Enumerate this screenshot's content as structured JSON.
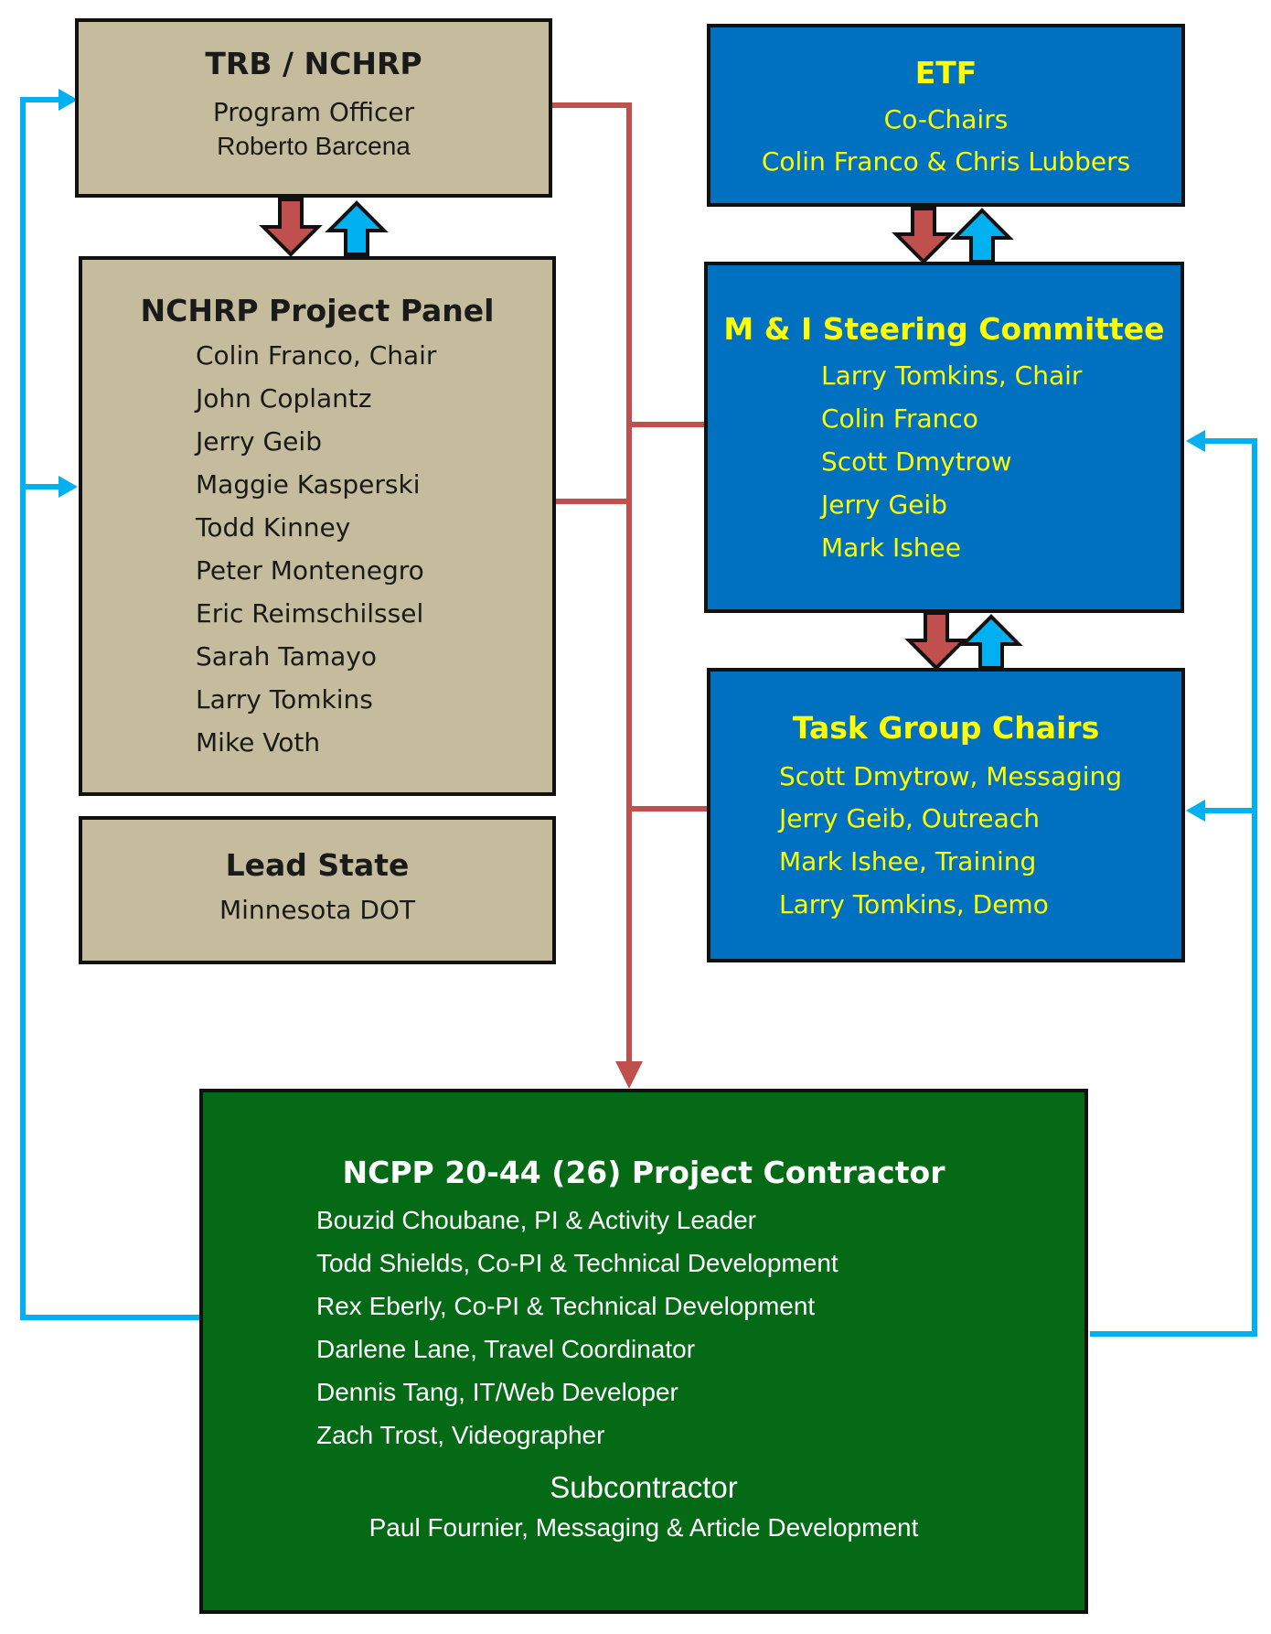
{
  "diagram": {
    "trb": {
      "title": "TRB / NCHRP",
      "role": "Program Officer",
      "name": "Roberto Barcena"
    },
    "panel": {
      "title": "NCHRP Project Panel",
      "members": [
        "Colin Franco, Chair",
        "John Coplantz",
        "Jerry Geib",
        "Maggie Kasperski",
        "Todd Kinney",
        "Peter Montenegro",
        "Eric Reimschilssel",
        "Sarah Tamayo",
        "Larry Tomkins",
        "Mike Voth"
      ]
    },
    "lead_state": {
      "title": "Lead State",
      "name": "Minnesota DOT"
    },
    "etf": {
      "title": "ETF",
      "role": "Co-Chairs",
      "names": "Colin Franco & Chris Lubbers"
    },
    "steering": {
      "title": "M & I Steering Committee",
      "members": [
        "Larry Tomkins, Chair",
        "Colin Franco",
        "Scott Dmytrow",
        "Jerry Geib",
        "Mark Ishee"
      ]
    },
    "task_groups": {
      "title": "Task Group Chairs",
      "members": [
        "Scott Dmytrow, Messaging",
        "Jerry Geib, Outreach",
        "Mark Ishee, Training",
        "Larry Tomkins, Demo"
      ]
    },
    "contractor": {
      "title": "NCPP 20-44 (26) Project Contractor",
      "members": [
        "Bouzid Choubane, PI & Activity Leader",
        "Todd Shields, Co-PI & Technical Development",
        "Rex Eberly, Co-PI & Technical Development",
        "Darlene Lane, Travel Coordinator",
        "Dennis Tang, IT/Web Developer",
        "Zach Trost, Videographer"
      ],
      "sub_title": "Subcontractor",
      "sub_member": "Paul Fournier, Messaging & Article Development"
    },
    "colors": {
      "tan": "#c4bc9c",
      "blue": "#0070c0",
      "green": "#056a16",
      "down_arrow": "#c0504d",
      "up_arrow": "#00b0f0",
      "feedback": "#00b0f0",
      "directive": "#c0504d"
    }
  }
}
